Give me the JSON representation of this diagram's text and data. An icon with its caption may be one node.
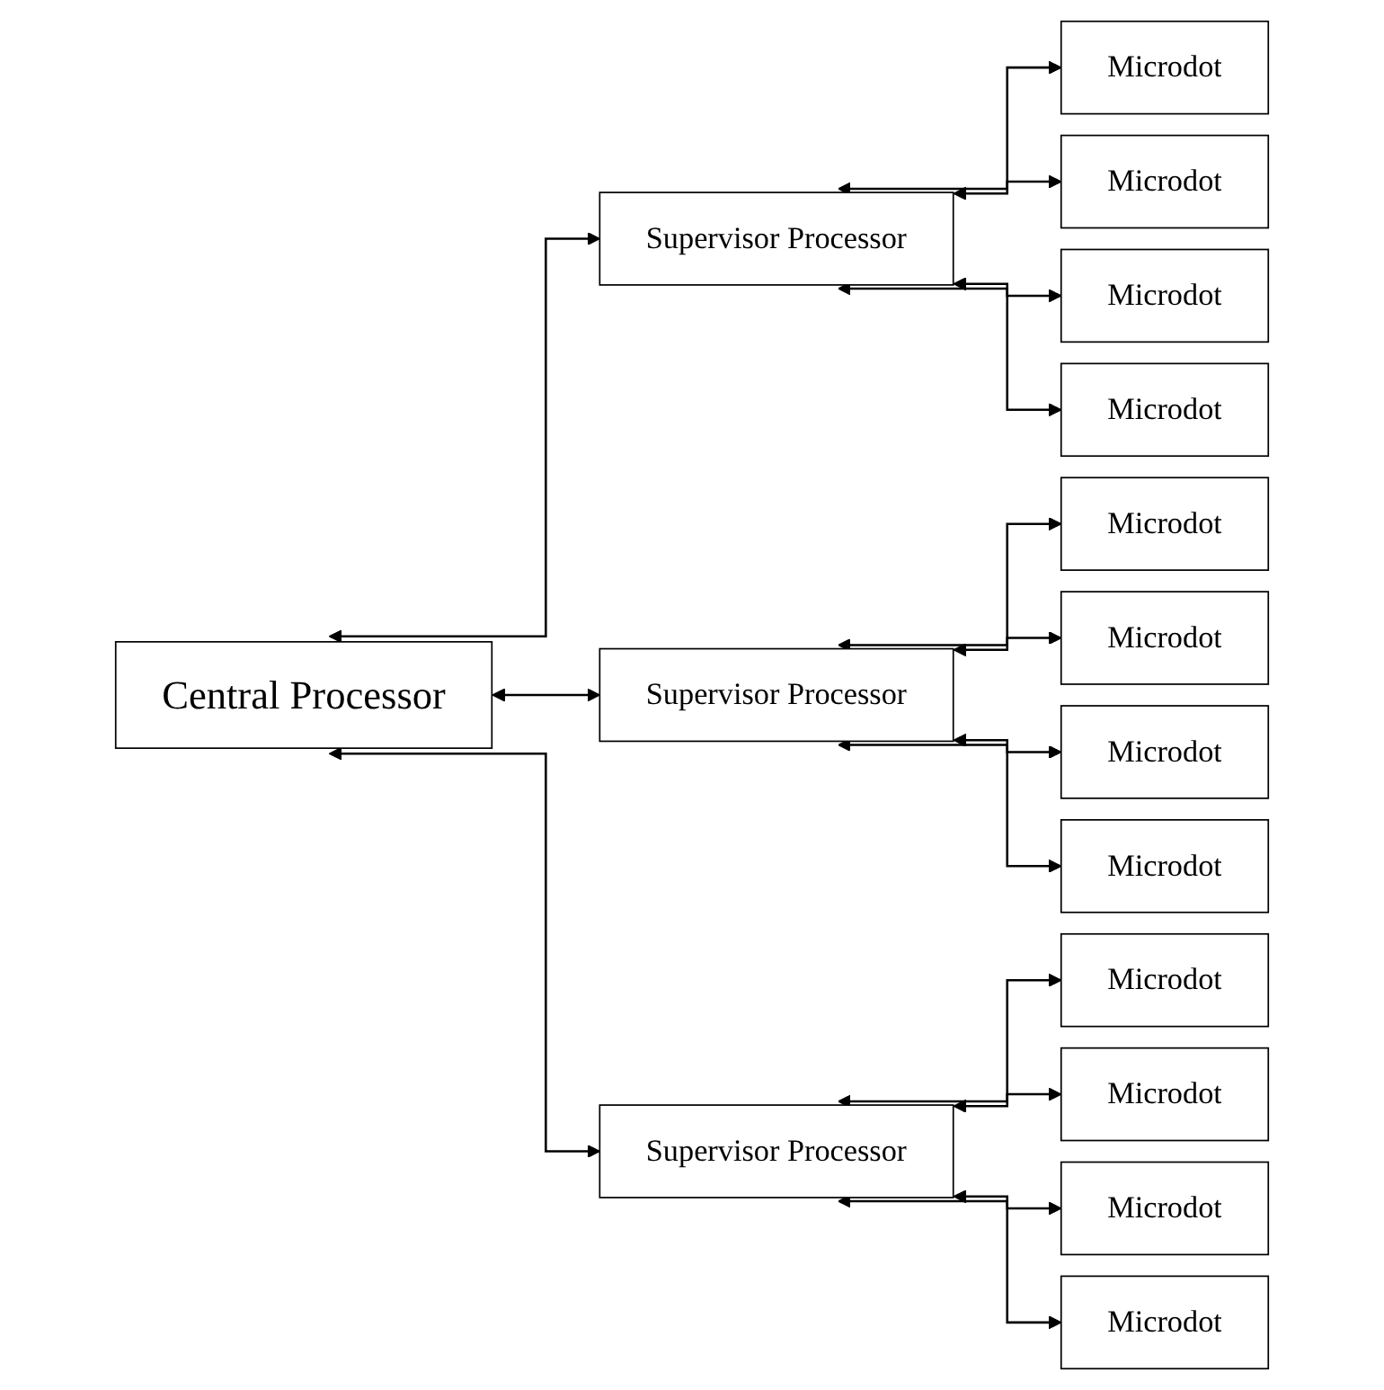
{
  "diagram": {
    "nodes": [
      {
        "text": [
          "Central Processor"
        ]
      },
      {
        "text": [
          "Supervisor Processor"
        ]
      },
      {
        "text": [
          "Microdot"
        ]
      },
      {
        "text": [
          "Microdot"
        ]
      },
      {
        "text": [
          "Microdot"
        ]
      },
      {
        "text": [
          "Microdot"
        ]
      },
      {
        "text": [
          "Supervisor Processor"
        ]
      },
      {
        "text": [
          "Microdot"
        ]
      },
      {
        "text": [
          "Microdot"
        ]
      },
      {
        "text": [
          "Microdot"
        ]
      },
      {
        "text": [
          "Microdot"
        ]
      },
      {
        "text": [
          "Supervisor Processor"
        ]
      },
      {
        "text": [
          "Microdot"
        ]
      },
      {
        "text": [
          "Microdot"
        ]
      },
      {
        "text": [
          "Microdot"
        ]
      },
      {
        "text": [
          "Microdot"
        ]
      }
    ],
    "edges": [
      {
        "from": 0,
        "to": 1,
        "arrow": "both"
      },
      {
        "from": 0,
        "to": 6,
        "arrow": "both"
      },
      {
        "from": 0,
        "to": 11,
        "arrow": "both"
      },
      {
        "from": 1,
        "to": 2,
        "arrow": "both"
      },
      {
        "from": 1,
        "to": 3,
        "arrow": "both"
      },
      {
        "from": 1,
        "to": 4,
        "arrow": "both"
      },
      {
        "from": 1,
        "to": 5,
        "arrow": "both"
      },
      {
        "from": 6,
        "to": 7,
        "arrow": "both"
      },
      {
        "from": 6,
        "to": 8,
        "arrow": "both"
      },
      {
        "from": 6,
        "to": 9,
        "arrow": "both"
      },
      {
        "from": 6,
        "to": 10,
        "arrow": "both"
      },
      {
        "from": 11,
        "to": 12,
        "arrow": "both"
      },
      {
        "from": 11,
        "to": 13,
        "arrow": "both"
      },
      {
        "from": 11,
        "to": 14,
        "arrow": "both"
      },
      {
        "from": 11,
        "to": 15,
        "arrow": "both"
      }
    ]
  }
}
